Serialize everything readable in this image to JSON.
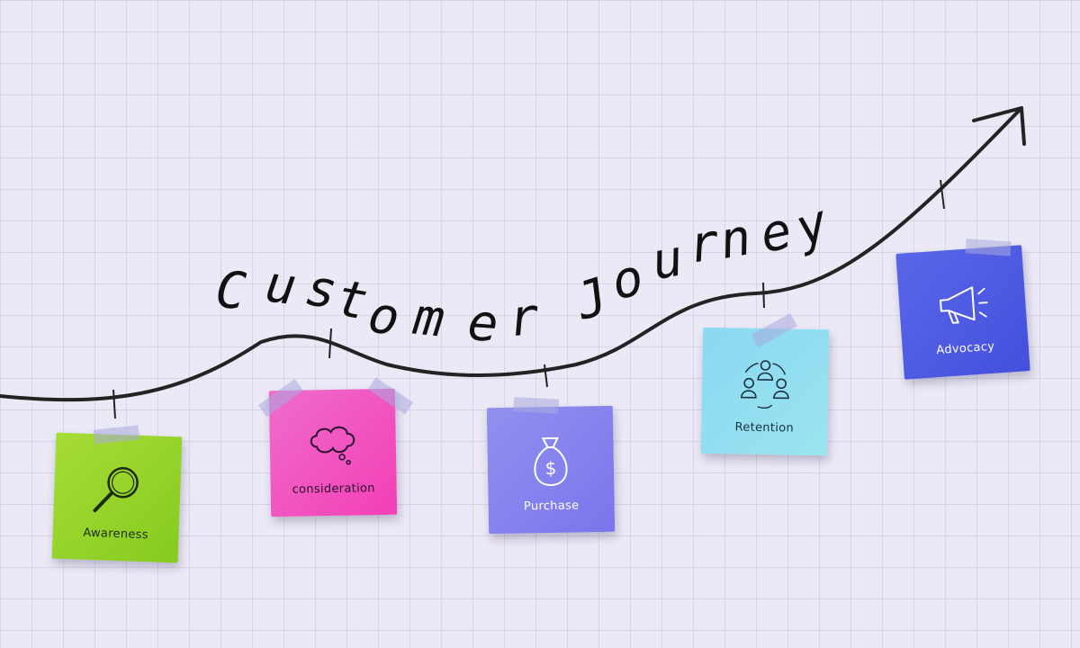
{
  "title": "Customer Journey",
  "colors": {
    "awareness": "#9ad42c",
    "consideration": "#f062c4",
    "purchase": "#8a86ef",
    "retention": "#86dcf0",
    "advocacy": "#4e5be0",
    "line": "#232323"
  },
  "stages": [
    {
      "label": "Awareness",
      "icon": "magnifier-icon"
    },
    {
      "label": "consideration",
      "icon": "thought-cloud-icon"
    },
    {
      "label": "Purchase",
      "icon": "money-bag-icon"
    },
    {
      "label": "Retention",
      "icon": "people-cycle-icon"
    },
    {
      "label": "Advocacy",
      "icon": "megaphone-icon"
    }
  ]
}
